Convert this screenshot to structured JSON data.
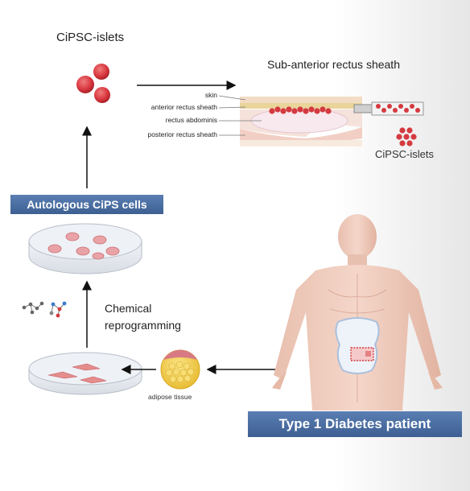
{
  "labels": {
    "islets_top": "CiPSC-islets",
    "site_title": "Sub-anterior rectus sheath",
    "islets_right": "CiPSC-islets",
    "chemical_reprogramming": "Chemical reprogramming",
    "adipose": "adipose tissue"
  },
  "layers": {
    "skin": "skin",
    "anterior": "anterior rectus sheath",
    "rectus": "rectus abdominis",
    "posterior": "posterior rectus sheath"
  },
  "banners": {
    "autologous": "Autologous CiPS cells",
    "patient": "Type 1 Diabetes patient"
  },
  "colors": {
    "banner": "#4a6ea3",
    "cell_red": "#d7343c",
    "adipose_yellow": "#f2cf45"
  }
}
